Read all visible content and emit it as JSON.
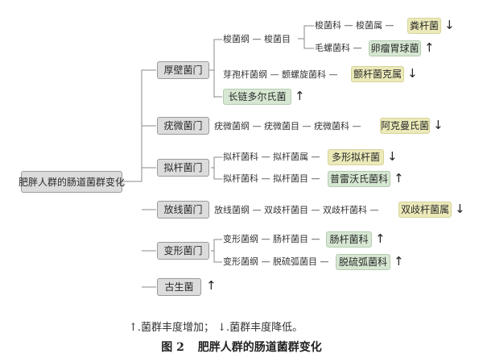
{
  "root": "肥胖人群的肠道菌群变化",
  "phyla": {
    "firmicutes": "厚壁菌门",
    "verrucomicrobia": "疣微菌门",
    "bacteroidetes": "拟杆菌门",
    "actinobacteria": "放线菌门",
    "proteobacteria": "变形菌门",
    "archaea": "古生菌"
  },
  "chains": {
    "firm_1": "梭菌纲 — 梭菌目",
    "firm_1a": "梭菌科 — 梭菌属 —",
    "firm_1a_end": "粪杆菌",
    "firm_1b": "毛螺菌科 —",
    "firm_1b_end": "卵瘤胃球菌",
    "firm_2": "芽孢杆菌纲 — 颤螺旋菌科 —",
    "firm_2_end": "颤杆菌克属",
    "firm_3_end": "长链多尔氏菌",
    "verr": "疣微菌纲 — 疣微菌目 — 疣微菌科 —",
    "verr_end": "阿克曼氏菌",
    "bact_a": "拟杆菌科 — 拟杆菌属 —",
    "bact_a_end": "多形拟杆菌",
    "bact_b": "拟杆菌科 — 拟杆菌目 —",
    "bact_b_end": "普雷沃氏菌科",
    "act": "放线菌纲 — 双歧杆菌目 — 双歧杆菌科 —",
    "act_end": "双歧杆菌属",
    "prot_a": "变形菌纲 — 肠杆菌目 —",
    "prot_a_end": "肠杆菌科",
    "prot_b": "变形菌纲 — 脱硫弧菌目 —",
    "prot_b_end": "脱硫弧菌科"
  },
  "arrows": {
    "up": "↑",
    "down": "↓"
  },
  "legend": "↑.菌群丰度增加； ↓.菌群丰度降低。",
  "caption": {
    "label": "图 2",
    "title": "肥胖人群的肠道菌群变化"
  },
  "colors": {
    "increase": "#d6e7d2",
    "decrease": "#eceab9",
    "node": "#dcdcdc"
  }
}
